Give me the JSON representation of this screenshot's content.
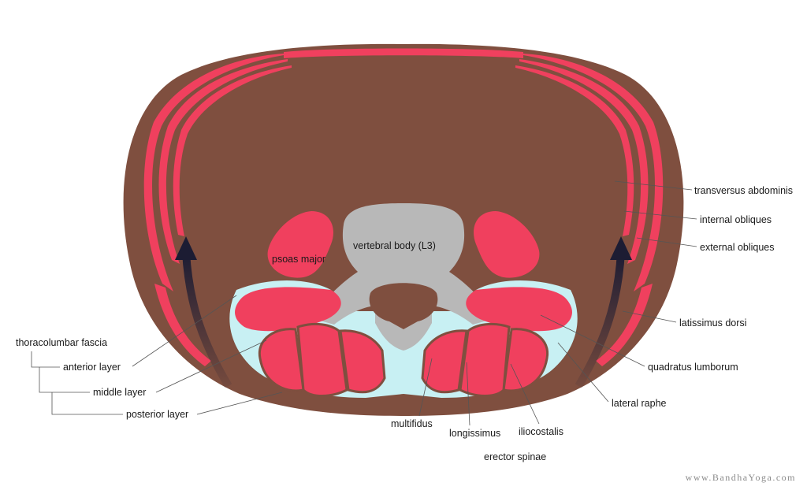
{
  "labels": {
    "transversus_abdominis": "transversus abdominis",
    "internal_obliques": "internal obliques",
    "external_obliques": "external obliques",
    "latissimus_dorsi": "latissimus dorsi",
    "quadratus_lumborum": "quadratus lumborum",
    "lateral_raphe": "lateral raphe",
    "psoas_major": "psoas major",
    "vertebral_body": "vertebral body (L3)",
    "thoracolumbar_fascia": "thoracolumbar fascia",
    "anterior_layer": "anterior layer",
    "middle_layer": "middle layer",
    "posterior_layer": "posterior layer",
    "multifidus": "multifidus",
    "longissimus": "longissimus",
    "iliocostalis": "iliocostalis",
    "erector_spinae": "erector spinae"
  },
  "watermark": "www.BandhaYoga.com",
  "colors": {
    "background": "#ffffff",
    "body_tissue": "#7f4f3f",
    "muscle": "#f0405e",
    "fascia": "#c8f0f3",
    "bone": "#b8b8b8",
    "arrow": "#1c1c33"
  }
}
